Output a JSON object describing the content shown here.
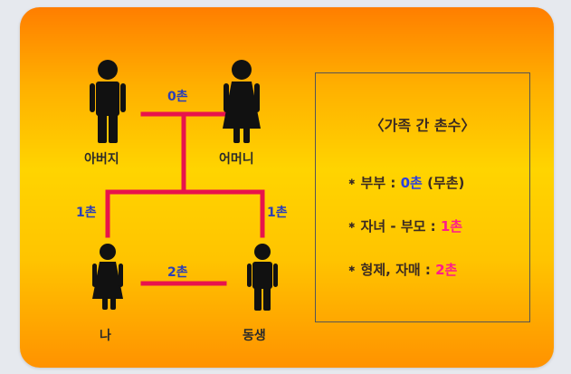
{
  "diagram": {
    "people": {
      "father": "아버지",
      "mother": "어머니",
      "me": "나",
      "sibling": "동생"
    },
    "links": {
      "parents": "0촌",
      "left_child": "1촌",
      "right_child": "1촌",
      "siblings": "2촌"
    },
    "colors": {
      "background_top": "#ff7e00",
      "background_mid": "#ffd400",
      "link_line": "#e8134c",
      "link_text": "#2a3fb8",
      "highlight_blue": "#2a3fe0",
      "highlight_pink": "#ff1a8c"
    },
    "icons": [
      "man-icon",
      "woman-icon"
    ]
  },
  "legend": {
    "title": "〈가족 간 촌수〉",
    "rules": [
      {
        "prefix": "부부 : ",
        "value": "0촌",
        "suffix": " (무촌)"
      },
      {
        "prefix": "자녀 - 부모 : ",
        "value": "1촌",
        "suffix": ""
      },
      {
        "prefix": "형제, 자매 : ",
        "value": "2촌",
        "suffix": ""
      }
    ]
  }
}
